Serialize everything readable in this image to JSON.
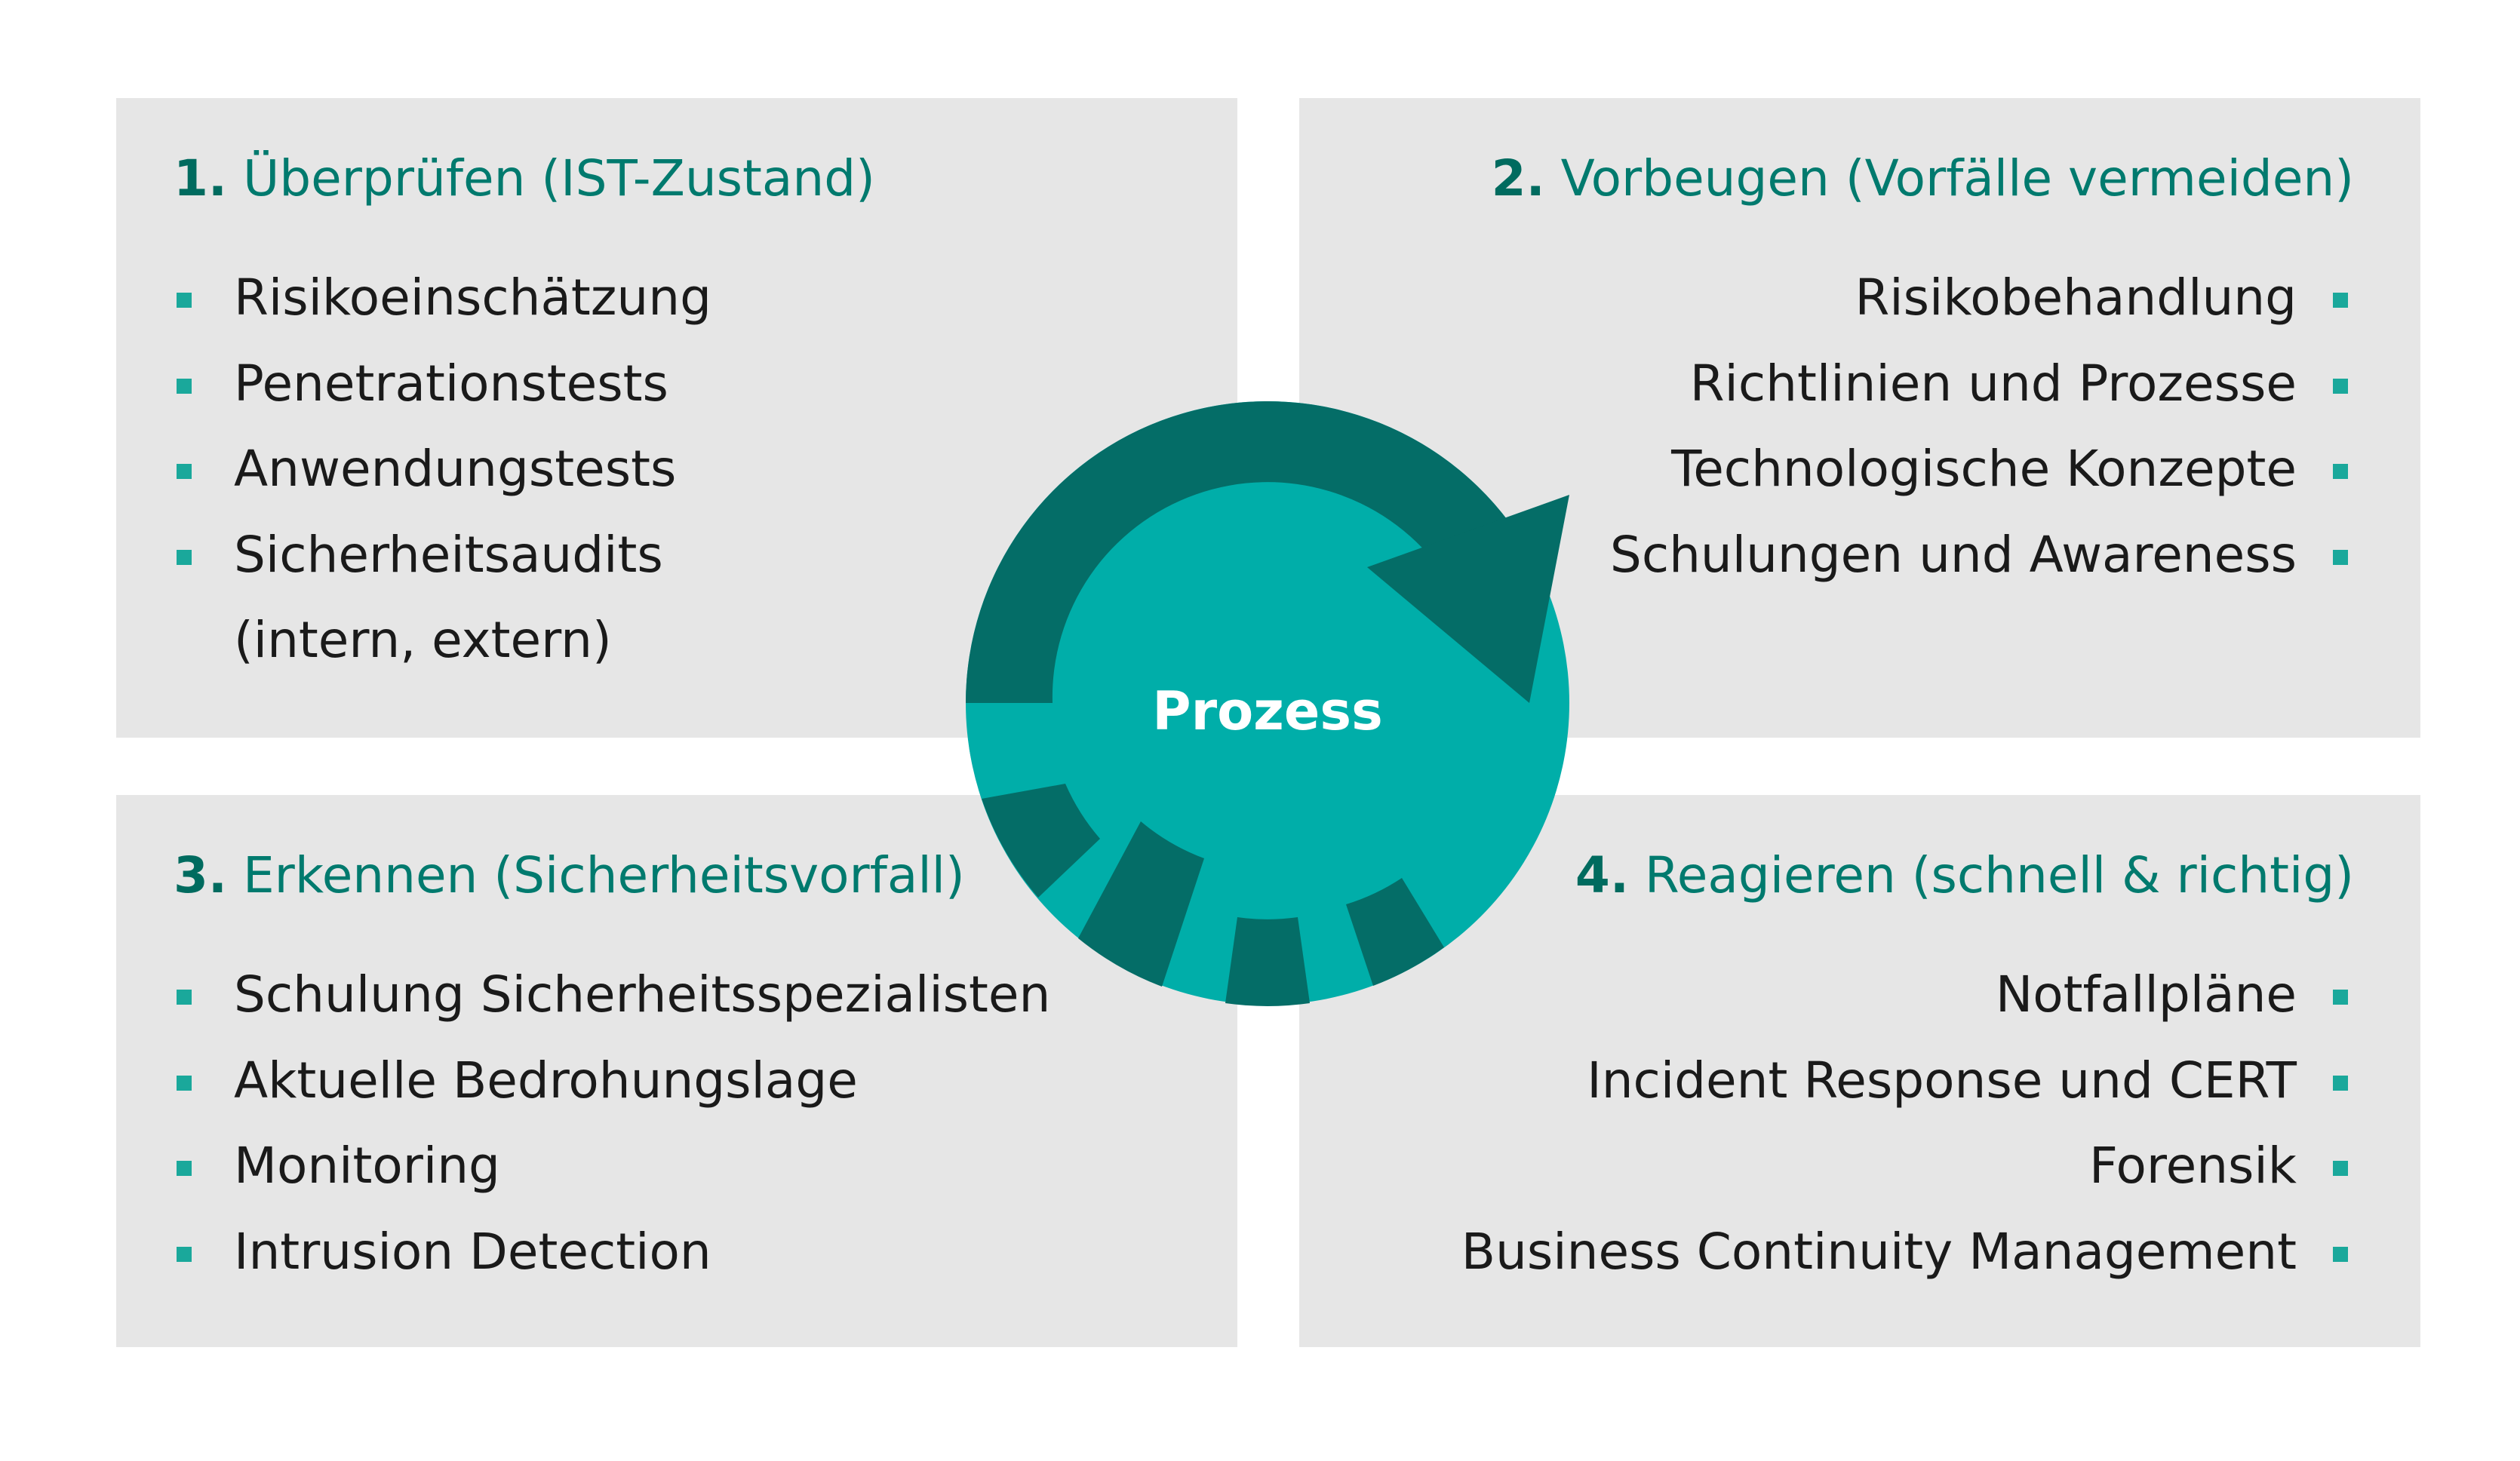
{
  "center_label": "Prozess",
  "colors": {
    "panel": "#e6e6e6",
    "teal_dark": "#046d67",
    "teal_light": "#00aea9",
    "heading": "#007a6e",
    "bullet": "#1aa89b"
  },
  "quadrants": {
    "q1": {
      "number": "1.",
      "title": "Überprüfen (IST-Zustand)",
      "items": [
        "Risikoeinschätzung",
        "Penetrationstests",
        "Anwendungstests",
        "Sicherheitsaudits"
      ],
      "continuation": "(intern, extern)"
    },
    "q2": {
      "number": "2.",
      "title": "Vorbeugen (Vorfälle vermeiden)",
      "items": [
        "Risikobehandlung",
        "Richtlinien und Prozesse",
        "Technologische Konzepte",
        "Schulungen und Awareness"
      ]
    },
    "q3": {
      "number": "3.",
      "title": "Erkennen (Sicherheitsvorfall)",
      "items": [
        "Schulung Sicherheitsspezialisten",
        "Aktuelle Bedrohungslage",
        "Monitoring",
        "Intrusion Detection"
      ]
    },
    "q4": {
      "number": "4.",
      "title": "Reagieren (schnell & richtig)",
      "items": [
        "Notfallpläne",
        "Incident Response und CERT",
        "Forensik",
        "Business Continuity Management"
      ]
    }
  }
}
